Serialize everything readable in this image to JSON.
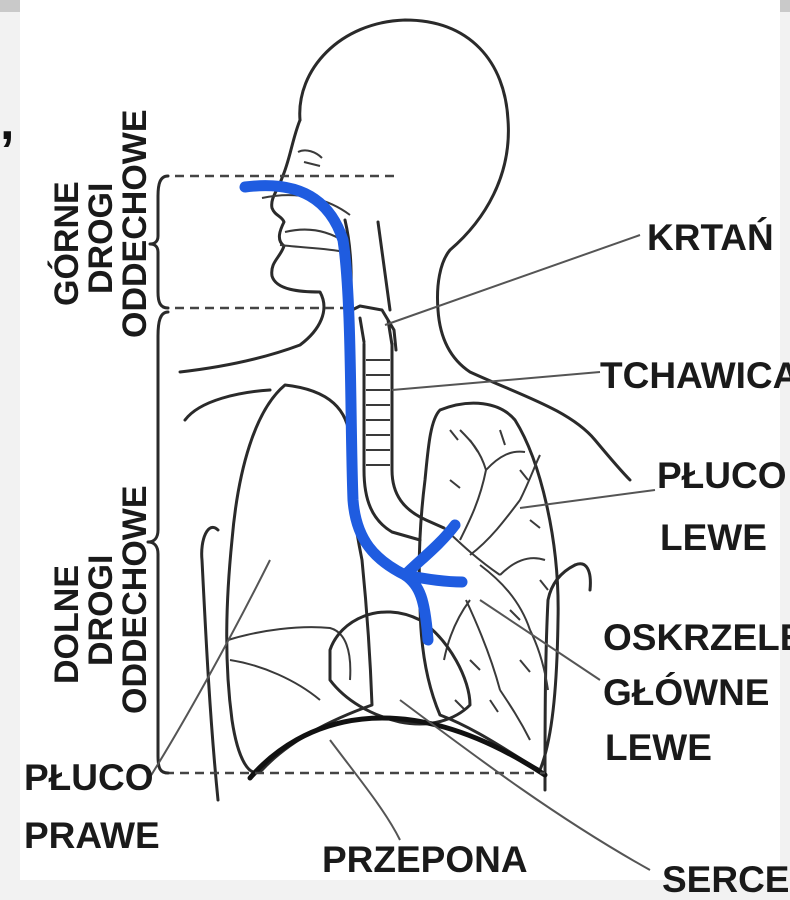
{
  "stray_mark": ",",
  "labels": {
    "krtan": "KRTAŃ",
    "tchawica": "TCHAWICA",
    "pluco_lewe_1": "PŁUCO",
    "pluco_lewe_2": "LEWE",
    "oskrzele_1": "OSKRZELE",
    "oskrzele_2": "GŁÓWNE",
    "oskrzele_3": "LEWE",
    "serce": "SERCE",
    "przepona": "PRZEPONA",
    "pluco_prawe_1": "PŁUCO",
    "pluco_prawe_2": "PRAWE"
  },
  "vertical_labels": {
    "gorne_1": "GÓRNE",
    "gorne_2": "DROGI",
    "gorne_3": "ODDECHOWE",
    "dolne_1": "DOLNE",
    "dolne_2": "DROGI",
    "dolne_3": "ODDECHOWE"
  },
  "colors": {
    "airway_overlay": "#1f5ce0",
    "ink": "#2a2a2a",
    "background": "#ffffff"
  }
}
